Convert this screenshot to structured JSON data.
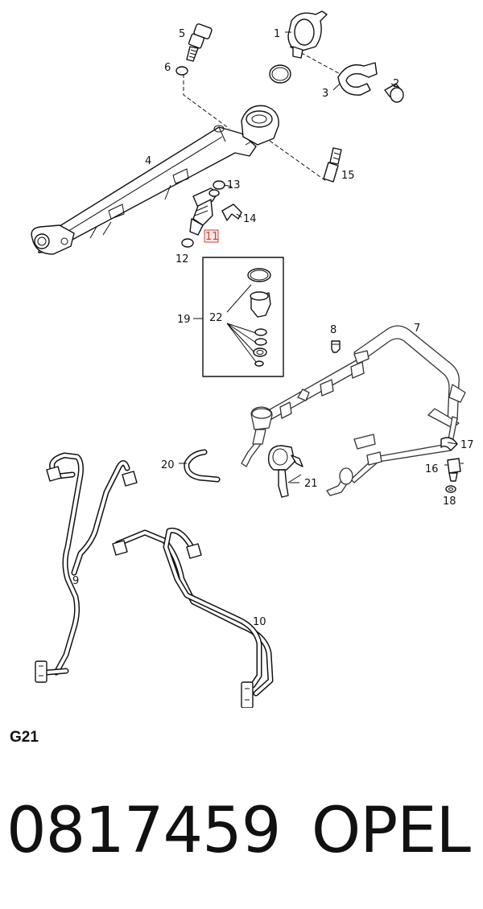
{
  "callouts": {
    "c1": "1",
    "c2": "2",
    "c3": "3",
    "c4": "4",
    "c5": "5",
    "c6": "6",
    "c7": "7",
    "c8": "8",
    "c9": "9",
    "c10": "10",
    "c11": "11",
    "c12": "12",
    "c13": "13",
    "c14": "14",
    "c15": "15",
    "c16": "16",
    "c17": "17",
    "c18": "18",
    "c19": "19",
    "c20": "20",
    "c21": "21",
    "c22": "22"
  },
  "highlight_color": "#d04040",
  "sheet_code": "G21",
  "part_number": "0817459",
  "brand": "OPEL"
}
